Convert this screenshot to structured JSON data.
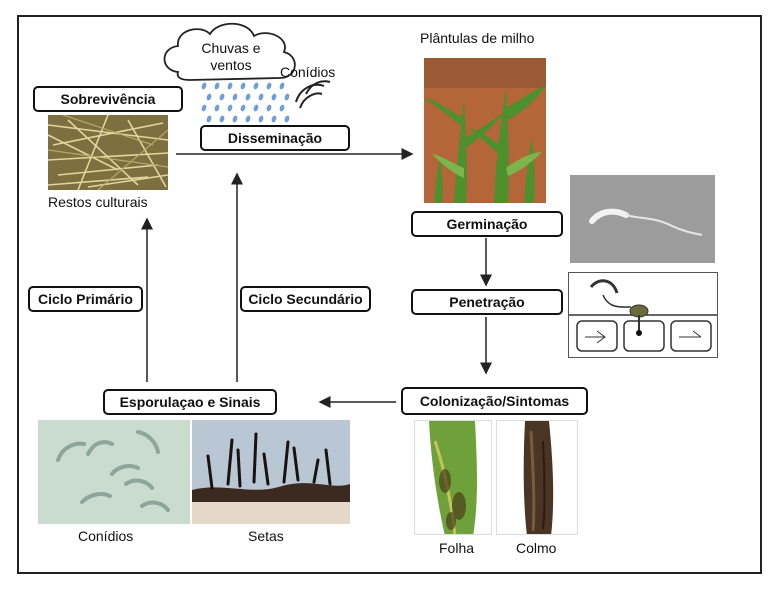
{
  "cloud": {
    "line1": "Chuvas e",
    "line2": "ventos"
  },
  "labels": {
    "conidios_top": "Conídios",
    "plantulas": "Plântulas de milho",
    "restos": "Restos culturais",
    "conidios_bottom": "Conídios",
    "setas": "Setas",
    "folha": "Folha",
    "colmo": "Colmo"
  },
  "boxes": {
    "sobrevivencia": "Sobrevivência",
    "disseminacao": "Disseminação",
    "germinacao": "Germinação",
    "penetracao": "Penetração",
    "colonizacao": "Colonização/Sintomas",
    "esporulacao": "Esporulaçao e Sinais",
    "ciclo_primario": "Ciclo Primário",
    "ciclo_secundario": "Ciclo Secundário"
  },
  "colors": {
    "rain": "#6f9fd6",
    "soil": "#b5653a",
    "maize": "#4e8f2e",
    "straw": "#c9b97a",
    "conidia_bg": "#c9dccf",
    "setae_bg": "#b9c6d4",
    "leaf": "#6fa13a",
    "stalk": "#4a3424"
  }
}
